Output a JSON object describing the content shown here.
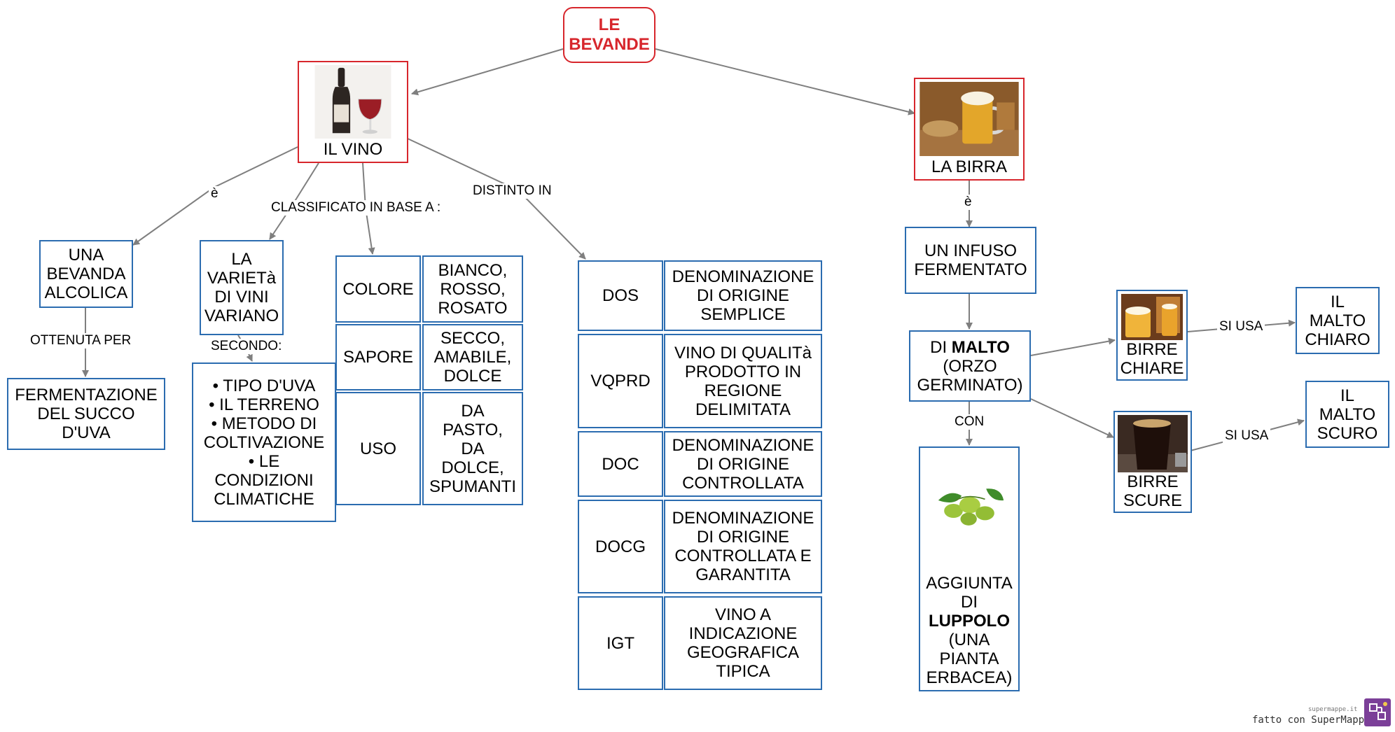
{
  "root": {
    "line1": "LE",
    "line2": "BEVANDE"
  },
  "vino": {
    "label": "IL VINO",
    "edge_e": "è",
    "edge_classificato": "CLASSIFICATO IN BASE A :",
    "edge_distinto": "DISTINTO IN",
    "bevanda": {
      "l1": "UNA",
      "l2": "BEVANDA",
      "l3": "ALCOLICA"
    },
    "edge_ottenuta": "OTTENUTA PER",
    "fermentazione": {
      "l1": "FERMENTAZIONE",
      "l2": "DEL SUCCO",
      "l3": "D'UVA"
    },
    "varieta": {
      "l1": "LA",
      "l2": "VARIETà",
      "l3": "DI VINI",
      "l4": "VARIANO"
    },
    "edge_secondo": "SECONDO:",
    "fattori": {
      "l1": "• TIPO D'UVA",
      "l2": "• IL TERRENO",
      "l3": "• METODO DI",
      "l4": "COLTIVAZIONE",
      "l5": "• LE",
      "l6": "CONDIZIONI",
      "l7": "CLIMATICHE"
    },
    "classi": [
      {
        "name": "COLORE",
        "v1": "BIANCO,",
        "v2": "ROSSO,",
        "v3": "ROSATO",
        "v4": ""
      },
      {
        "name": "SAPORE",
        "v1": "SECCO,",
        "v2": "AMABILE,",
        "v3": "DOLCE",
        "v4": ""
      },
      {
        "name": "USO",
        "v1": "DA",
        "v2": "PASTO,",
        "v3": "DA",
        "v4": "DOLCE,",
        "v5": "SPUMANTI"
      }
    ],
    "denominazioni": [
      {
        "code": "DOS",
        "d1": "DENOMINAZIONE",
        "d2": "DI ORIGINE",
        "d3": "SEMPLICE",
        "d4": ""
      },
      {
        "code": "VQPRD",
        "d1": "VINO DI QUALITà",
        "d2": "PRODOTTO IN",
        "d3": "REGIONE",
        "d4": "DELIMITATA"
      },
      {
        "code": "DOC",
        "d1": "DENOMINAZIONE",
        "d2": "DI ORIGINE",
        "d3": "CONTROLLATA",
        "d4": ""
      },
      {
        "code": "DOCG",
        "d1": "DENOMINAZIONE",
        "d2": "DI ORIGINE",
        "d3": "CONTROLLATA E",
        "d4": "GARANTITA"
      },
      {
        "code": "IGT",
        "d1": "VINO A",
        "d2": "INDICAZIONE",
        "d3": "GEOGRAFICA",
        "d4": "TIPICA"
      }
    ]
  },
  "birra": {
    "label": "LA BIRRA",
    "edge_e": "è",
    "infuso": {
      "l1": "UN INFUSO",
      "l2": "FERMENTATO"
    },
    "malto": {
      "pre": "DI ",
      "bold": "MALTO",
      "l2": "(ORZO",
      "l3": "GERMINATO)"
    },
    "edge_con": "CON",
    "luppolo": {
      "l1": "AGGIUNTA",
      "l2": "DI",
      "bold": "LUPPOLO",
      "l4": "(UNA",
      "l5": "PIANTA",
      "l6": "ERBACEA)"
    },
    "chiare": {
      "l1": "BIRRE",
      "l2": "CHIARE"
    },
    "scure": {
      "l1": "BIRRE",
      "l2": "SCURE"
    },
    "edge_si_usa_1": "SI USA",
    "edge_si_usa_2": "SI USA",
    "malto_chiaro": {
      "l1": "IL",
      "l2": "MALTO",
      "l3": "CHIARO"
    },
    "malto_scuro": {
      "l1": "IL",
      "l2": "MALTO",
      "l3": "SCURO"
    }
  },
  "footer": {
    "site": "supermappe.it",
    "made_with": "fatto con SuperMappe"
  },
  "colors": {
    "accent_red": "#d7262c",
    "box_blue": "#2b6cb0",
    "edge_gray": "#7f7f7f"
  }
}
